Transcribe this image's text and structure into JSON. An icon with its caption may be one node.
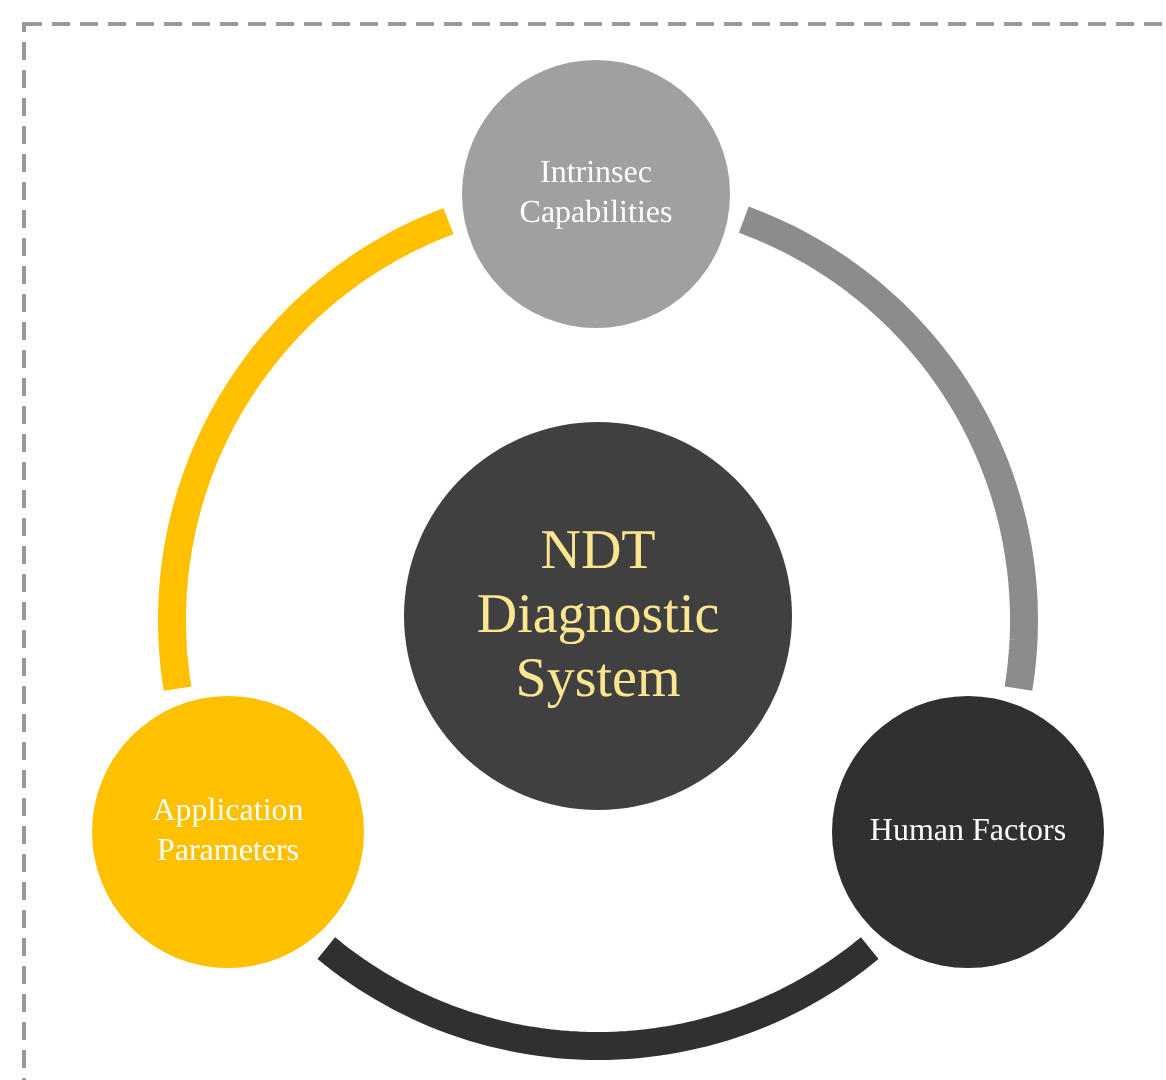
{
  "diagram": {
    "nodes": [
      {
        "text": [
          "Intrinsec Capabilities"
        ]
      },
      {
        "text": [
          "NDT Diagnostic System"
        ]
      },
      {
        "text": [
          "Application Parameters"
        ]
      },
      {
        "text": [
          "Human Factors"
        ]
      }
    ],
    "edges": [
      {
        "from": 0,
        "to": 3,
        "arrow": "none",
        "color": "#8c8c8c"
      },
      {
        "from": 3,
        "to": 2,
        "arrow": "none",
        "color": "#303030"
      },
      {
        "from": 2,
        "to": 0,
        "arrow": "none",
        "color": "#ffc000"
      }
    ]
  }
}
